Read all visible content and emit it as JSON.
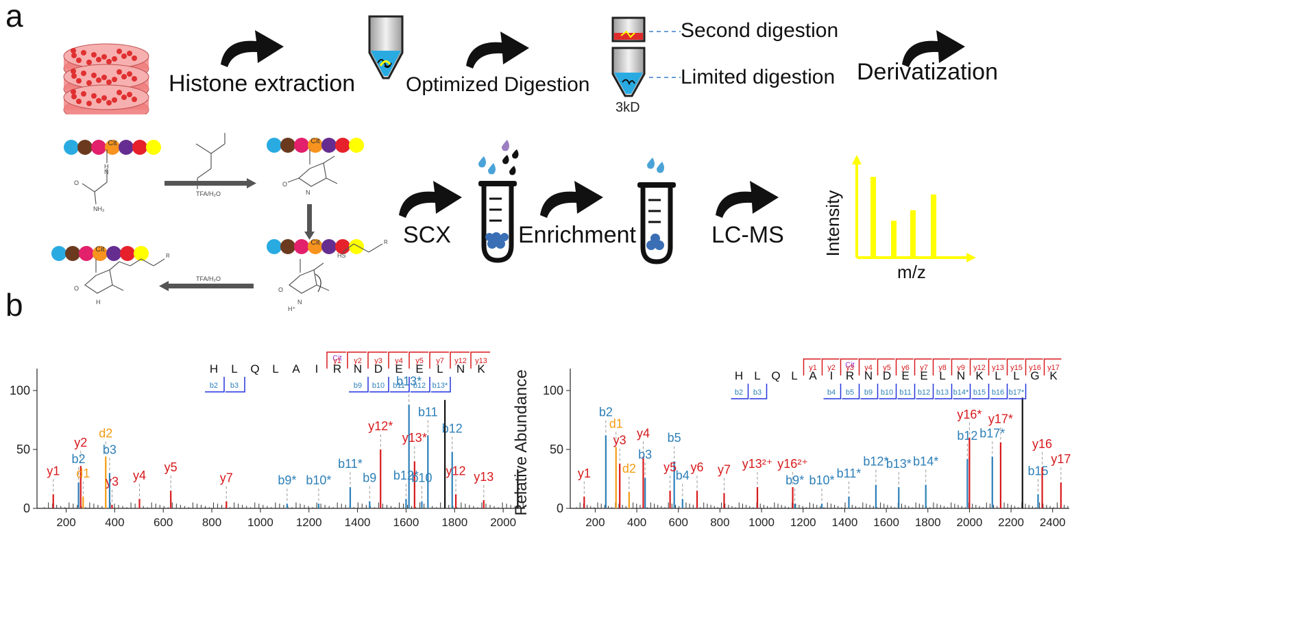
{
  "panel_a": {
    "label": "a",
    "steps": {
      "histone_extraction": "Histone extraction",
      "optimized_digestion": "Optimized Digestion",
      "second_digestion": "Second digestion",
      "limited_digestion": "Limited digestion",
      "filter_label": "3kD",
      "derivatization": "Derivatization",
      "scx": "SCX",
      "enrichment": "Enrichment",
      "lcms": "LC-MS"
    },
    "chem": {
      "cit_label": "Cit",
      "reagent_label_1": "TFA/H₂O",
      "reagent_label_2": "TFA/H₂O"
    },
    "mini_plot": {
      "ylabel": "Intensity",
      "xlabel": "m/z",
      "bar_heights": [
        0.92,
        0.42,
        0.54,
        0.72
      ]
    },
    "colors": {
      "arrow": "#111111",
      "plot": "#ffff00",
      "dish": "#f08080",
      "bead": "#3a6fb5",
      "drop_blue": "#4aa3d8",
      "drop_black": "#111111",
      "drop_purple": "#9b7fc0"
    },
    "bead_colors": [
      "#29abe2",
      "#6b3a1e",
      "#e2206b",
      "#f7931e",
      "#662d91",
      "#e6212b",
      "#ffff00"
    ]
  },
  "panel_b": {
    "label": "b",
    "spectra": [
      {
        "ylabel": "Relative Abundance",
        "yticks": [
          "0",
          "50",
          "100"
        ],
        "xticks": [
          "200",
          "400",
          "600",
          "800",
          "1000",
          "1200",
          "1400",
          "1600",
          "1800",
          "2000"
        ],
        "sequence": [
          "H",
          "L",
          "Q",
          "L",
          "A",
          "I",
          "R",
          "N",
          "D",
          "E",
          "E",
          "L",
          "N",
          "K"
        ],
        "cit_mark": "Cit",
        "y_ions": [
          "y13",
          "y12",
          "y7",
          "y5",
          "y4",
          "y3",
          "y2",
          "y1"
        ],
        "b_ions": [
          "b2",
          "b3",
          "b9",
          "b10",
          "b11",
          "b12",
          "b13*"
        ],
        "peaks": [
          {
            "label": "y1",
            "mz": 147,
            "ab": 12,
            "color": "#d7191c"
          },
          {
            "label": "y2",
            "mz": 260,
            "ab": 36,
            "color": "#d7191c"
          },
          {
            "label": "b2",
            "mz": 251,
            "ab": 22,
            "color": "#2c7fb8"
          },
          {
            "label": "d1",
            "mz": 270,
            "ab": 10,
            "color": "#f39c12"
          },
          {
            "label": "d2",
            "mz": 363,
            "ab": 44,
            "color": "#f39c12"
          },
          {
            "label": "y3",
            "mz": 389,
            "ab": 3,
            "color": "#d7191c"
          },
          {
            "label": "b3",
            "mz": 379,
            "ab": 30,
            "color": "#2c7fb8"
          },
          {
            "label": "y4",
            "mz": 502,
            "ab": 8,
            "color": "#d7191c"
          },
          {
            "label": "y5",
            "mz": 631,
            "ab": 15,
            "color": "#d7191c"
          },
          {
            "label": "y7",
            "mz": 860,
            "ab": 6,
            "color": "#d7191c"
          },
          {
            "label": "b9*",
            "mz": 1110,
            "ab": 4,
            "color": "#2c7fb8"
          },
          {
            "label": "b10*",
            "mz": 1240,
            "ab": 4,
            "color": "#2c7fb8"
          },
          {
            "label": "b11*",
            "mz": 1370,
            "ab": 18,
            "color": "#2c7fb8"
          },
          {
            "label": "b9",
            "mz": 1450,
            "ab": 6,
            "color": "#2c7fb8"
          },
          {
            "label": "y12*",
            "mz": 1495,
            "ab": 50,
            "color": "#d7191c"
          },
          {
            "label": "b12*",
            "mz": 1600,
            "ab": 8,
            "color": "#2c7fb8"
          },
          {
            "label": "b13*",
            "mz": 1612,
            "ab": 88,
            "color": "#2c7fb8"
          },
          {
            "label": "y13*",
            "mz": 1635,
            "ab": 40,
            "color": "#d7191c"
          },
          {
            "label": "b10",
            "mz": 1665,
            "ab": 6,
            "color": "#2c7fb8"
          },
          {
            "label": "b11",
            "mz": 1690,
            "ab": 62,
            "color": "#2c7fb8"
          },
          {
            "label": "b12",
            "mz": 1790,
            "ab": 48,
            "color": "#2c7fb8"
          },
          {
            "label": "y12",
            "mz": 1805,
            "ab": 12,
            "color": "#d7191c"
          },
          {
            "label": "y13",
            "mz": 1920,
            "ab": 7,
            "color": "#d7191c"
          },
          {
            "label": "",
            "mz": 1760,
            "ab": 92,
            "color": "#111111"
          },
          {
            "label": "",
            "mz": 2060,
            "ab": 33,
            "color": "#111111"
          }
        ]
      },
      {
        "ylabel": "Relative Abundance",
        "yticks": [
          "0",
          "50",
          "100"
        ],
        "xticks": [
          "200",
          "400",
          "600",
          "800",
          "1000",
          "1200",
          "1400",
          "1600",
          "1800",
          "2000",
          "2200",
          "2400"
        ],
        "sequence": [
          "H",
          "L",
          "Q",
          "L",
          "A",
          "I",
          "R",
          "N",
          "D",
          "E",
          "E",
          "L",
          "N",
          "K",
          "L",
          "L",
          "G",
          "K"
        ],
        "cit_mark": "Cit",
        "y_ions": [
          "y17",
          "y16",
          "y15",
          "y13",
          "y12",
          "y9",
          "y8",
          "y7",
          "y6",
          "y5",
          "y4",
          "y3",
          "y2",
          "y1"
        ],
        "b_ions": [
          "b2",
          "b3",
          "b4",
          "b5",
          "b9",
          "b10",
          "b11",
          "b12",
          "b13",
          "b14*",
          "b15",
          "b16",
          "b17*"
        ],
        "peaks": [
          {
            "label": "y1",
            "mz": 147,
            "ab": 10,
            "color": "#d7191c"
          },
          {
            "label": "b2",
            "mz": 251,
            "ab": 62,
            "color": "#2c7fb8"
          },
          {
            "label": "d1",
            "mz": 300,
            "ab": 52,
            "color": "#f39c12"
          },
          {
            "label": "y3",
            "mz": 318,
            "ab": 38,
            "color": "#d7191c"
          },
          {
            "label": "d2",
            "mz": 363,
            "ab": 14,
            "color": "#f39c12"
          },
          {
            "label": "y4",
            "mz": 431,
            "ab": 44,
            "color": "#d7191c"
          },
          {
            "label": "b3",
            "mz": 440,
            "ab": 26,
            "color": "#2c7fb8"
          },
          {
            "label": "b5",
            "mz": 580,
            "ab": 40,
            "color": "#2c7fb8"
          },
          {
            "label": "y5",
            "mz": 560,
            "ab": 15,
            "color": "#d7191c"
          },
          {
            "label": "b4",
            "mz": 620,
            "ab": 8,
            "color": "#2c7fb8"
          },
          {
            "label": "y6",
            "mz": 690,
            "ab": 15,
            "color": "#d7191c"
          },
          {
            "label": "y7",
            "mz": 820,
            "ab": 13,
            "color": "#d7191c"
          },
          {
            "label": "y13²⁺",
            "mz": 980,
            "ab": 18,
            "color": "#d7191c"
          },
          {
            "label": "y16²⁺",
            "mz": 1150,
            "ab": 18,
            "color": "#d7191c"
          },
          {
            "label": "b9*",
            "mz": 1160,
            "ab": 4,
            "color": "#2c7fb8"
          },
          {
            "label": "b10*",
            "mz": 1290,
            "ab": 4,
            "color": "#2c7fb8"
          },
          {
            "label": "b11*",
            "mz": 1420,
            "ab": 10,
            "color": "#2c7fb8"
          },
          {
            "label": "b12*",
            "mz": 1550,
            "ab": 20,
            "color": "#2c7fb8"
          },
          {
            "label": "b13*",
            "mz": 1660,
            "ab": 18,
            "color": "#2c7fb8"
          },
          {
            "label": "b14*",
            "mz": 1790,
            "ab": 20,
            "color": "#2c7fb8"
          },
          {
            "label": "b12",
            "mz": 1990,
            "ab": 42,
            "color": "#2c7fb8"
          },
          {
            "label": "y16*",
            "mz": 2000,
            "ab": 60,
            "color": "#d7191c"
          },
          {
            "label": "b17*",
            "mz": 2110,
            "ab": 44,
            "color": "#2c7fb8"
          },
          {
            "label": "y17*",
            "mz": 2150,
            "ab": 56,
            "color": "#d7191c"
          },
          {
            "label": "b15",
            "mz": 2330,
            "ab": 12,
            "color": "#2c7fb8"
          },
          {
            "label": "y16",
            "mz": 2350,
            "ab": 35,
            "color": "#d7191c"
          },
          {
            "label": "y17",
            "mz": 2440,
            "ab": 22,
            "color": "#d7191c"
          },
          {
            "label": "",
            "mz": 2255,
            "ab": 94,
            "color": "#111111"
          }
        ]
      }
    ]
  }
}
